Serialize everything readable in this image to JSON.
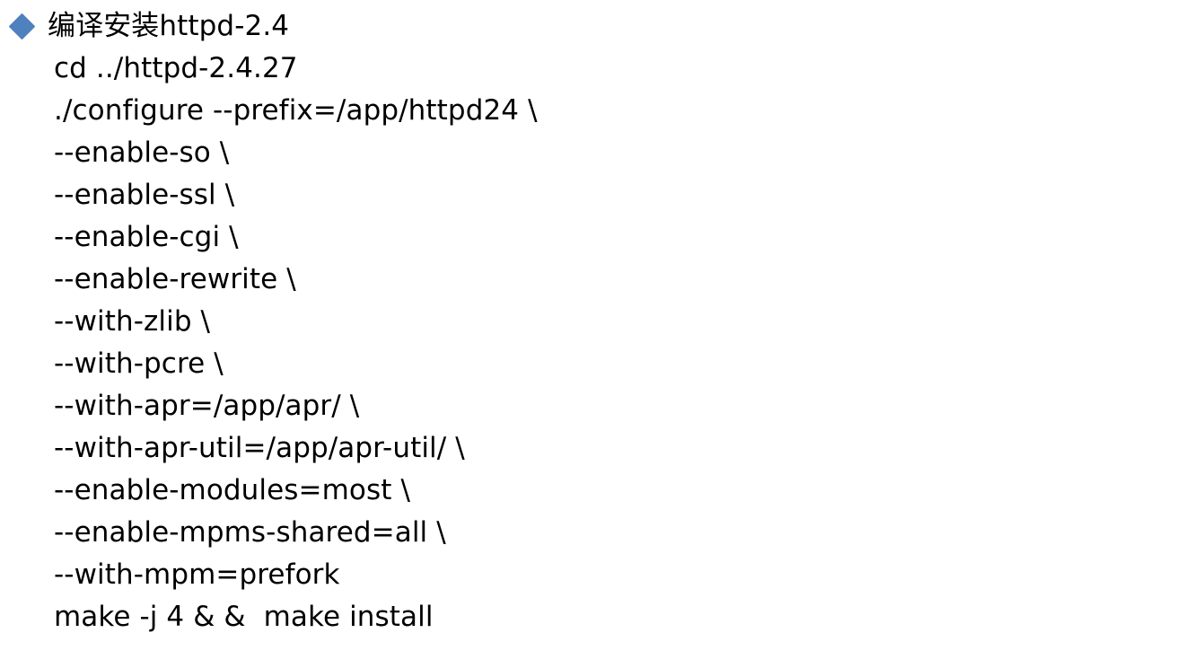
{
  "slide": {
    "background_color": "#FFFFFF",
    "text_color": "#000000",
    "bullet": {
      "icon": "diamond-bullet-icon",
      "shape": "diamond",
      "color": "#4E81BD"
    },
    "lines": [
      {
        "text": "编译安装httpd-2.4",
        "bulleted": true
      },
      {
        "text": "cd ../httpd-2.4.27",
        "bulleted": false
      },
      {
        "text": "./configure --prefix=/app/httpd24 \\",
        "bulleted": false
      },
      {
        "text": "--enable-so \\",
        "bulleted": false
      },
      {
        "text": "--enable-ssl \\",
        "bulleted": false
      },
      {
        "text": "--enable-cgi \\",
        "bulleted": false
      },
      {
        "text": "--enable-rewrite \\",
        "bulleted": false
      },
      {
        "text": "--with-zlib \\",
        "bulleted": false
      },
      {
        "text": "--with-pcre \\",
        "bulleted": false
      },
      {
        "text": "--with-apr=/app/apr/ \\",
        "bulleted": false
      },
      {
        "text": "--with-apr-util=/app/apr-util/ \\",
        "bulleted": false
      },
      {
        "text": "--enable-modules=most \\",
        "bulleted": false
      },
      {
        "text": "--enable-mpms-shared=all \\",
        "bulleted": false
      },
      {
        "text": "--with-mpm=prefork",
        "bulleted": false
      },
      {
        "text": "make -j 4 & &  make install",
        "bulleted": false
      }
    ]
  }
}
